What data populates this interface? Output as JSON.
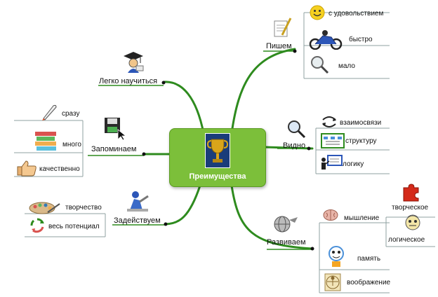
{
  "center": {
    "label": "Преимущества",
    "icon": "trophy-icon"
  },
  "branches": {
    "write": {
      "label": "Пишем",
      "icon": "writing-pad-icon",
      "items": [
        {
          "label": "с удовольствием",
          "icon": "smiley-icon"
        },
        {
          "label": "быстро",
          "icon": "motorcycle-icon"
        },
        {
          "label": "мало",
          "icon": "magnifier-icon"
        }
      ]
    },
    "see": {
      "label": "Видно",
      "icon": "magnifier-icon",
      "items": [
        {
          "label": "взаимосвязи",
          "icon": "arrows-cycle-icon"
        },
        {
          "label": "структуру",
          "icon": "structure-icon"
        },
        {
          "label": "логику",
          "icon": "logic-board-icon"
        }
      ]
    },
    "develop": {
      "label": "Развиваем",
      "icon": "globe-icon",
      "items": [
        {
          "label": "мышление",
          "icon": "brain-icon",
          "subitems": [
            {
              "label": "творческое",
              "icon": "puzzle-icon"
            },
            {
              "label": "логическое",
              "icon": "head-icon"
            }
          ]
        },
        {
          "label": "память",
          "icon": "remember-icon"
        },
        {
          "label": "воображение",
          "icon": "vitruvian-icon"
        }
      ]
    },
    "learn": {
      "label": "Легко научиться",
      "icon": "graduate-icon"
    },
    "remember": {
      "label": "Запоминаем",
      "icon": "floppy-disk-icon",
      "items": [
        {
          "label": "сразу",
          "icon": "rocket-icon"
        },
        {
          "label": "много",
          "icon": "books-icon"
        },
        {
          "label": "качественно",
          "icon": "thumbs-up-icon"
        }
      ]
    },
    "engage": {
      "label": "Задействуем",
      "icon": "worker-icon",
      "items": [
        {
          "label": "творчество",
          "icon": "palette-icon"
        },
        {
          "label": "весь потенциал",
          "icon": "recycle-icon"
        }
      ]
    }
  },
  "colors": {
    "branch": "#2e8b1e",
    "center": "#7cbf3a",
    "subline": "#8fa0a0"
  }
}
